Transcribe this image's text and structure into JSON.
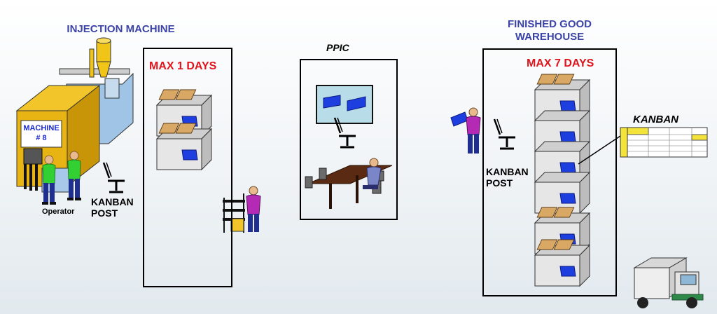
{
  "injection": {
    "title": "INJECTION MACHINE",
    "machine_label": "MACHINE",
    "machine_number": "# 8",
    "operator_label": "Operator",
    "kanban_post_1": "KANBAN",
    "kanban_post_2": "POST"
  },
  "buffer": {
    "max_label": "MAX 1 DAYS"
  },
  "ppic": {
    "title": "PPIC"
  },
  "warehouse": {
    "title_line1": "FINISHED GOOD",
    "title_line2": "WAREHOUSE",
    "max_label": "MAX 7 DAYS",
    "kanban_label": "KANBAN",
    "kanban_post_1": "KANBAN",
    "kanban_post_2": "POST"
  },
  "colors": {
    "title_blue": "#3b43a6",
    "alert_red": "#e0141c",
    "machine_yellow": "#e8b414",
    "hopper_blue": "#9fc4e6",
    "bin_gray": "#e4e4e4",
    "card_blue": "#1d3fe0"
  },
  "icons": [
    "kanban-post-icon",
    "truck-icon",
    "operator-figure",
    "conference-table"
  ]
}
